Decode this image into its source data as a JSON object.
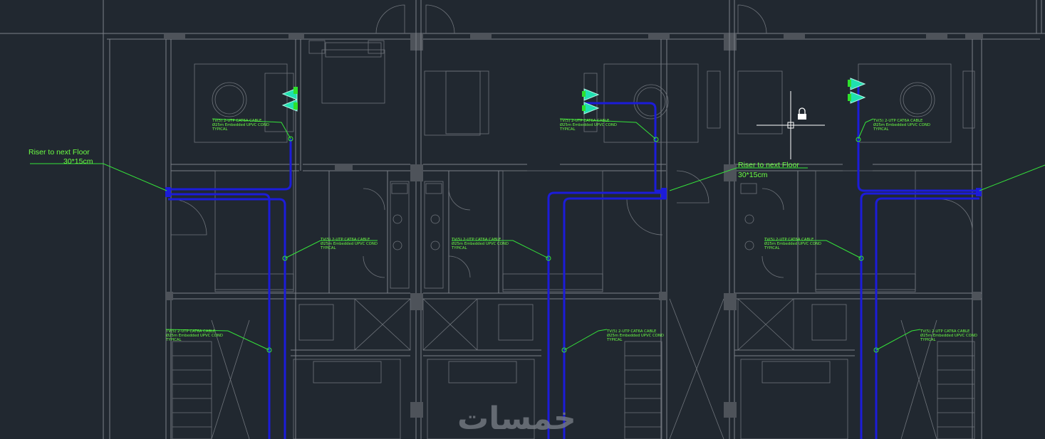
{
  "riser_labels": [
    {
      "line1": "Riser to next Floor",
      "line2": "30*15cm"
    },
    {
      "line1": "Riser to next Floor",
      "line2": "30*15cm"
    }
  ],
  "cable_note": {
    "line1": "TV(5) 2-UTP CAT6A CABLE",
    "line2": "Ø25m Embedded UPVC COND",
    "line3": "TYPICAL"
  },
  "watermark": "خمسات",
  "colors": {
    "background": "#212830",
    "cable": "#1c1cd9",
    "annotation": "#35e33a",
    "walls": "#7c8088"
  },
  "icons": [
    "tv-outlet-icon",
    "lock-icon",
    "crosshair-cursor-icon",
    "riser-marker-icon"
  ]
}
